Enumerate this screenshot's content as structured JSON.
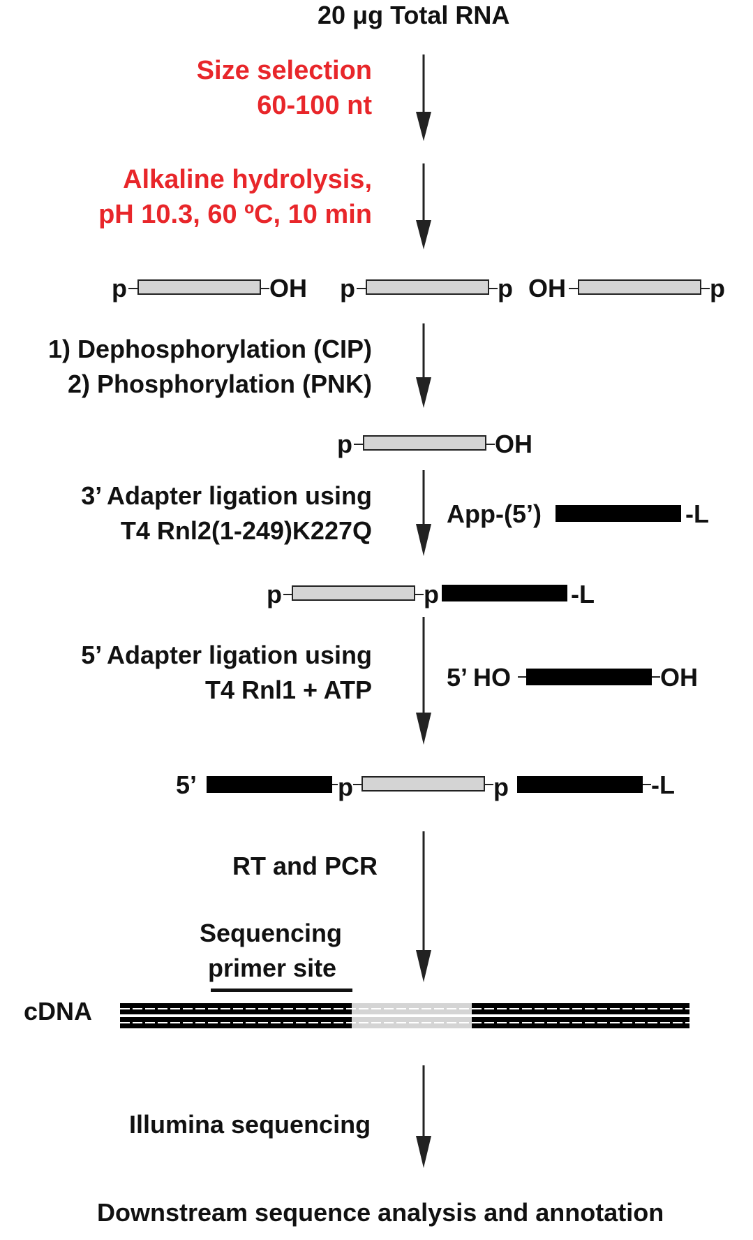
{
  "title": "20 μg Total RNA",
  "steps": {
    "size_selection": [
      "Size selection",
      "60-100 nt"
    ],
    "alkaline": [
      "Alkaline hydrolysis,",
      "pH 10.3, 60 ºC, 10 min"
    ],
    "phos": [
      "1) Dephosphorylation (CIP)",
      "2) Phosphorylation (PNK)"
    ],
    "adapter3": [
      "3’ Adapter ligation using",
      "T4 Rnl2(1-249)K227Q"
    ],
    "adapter5": [
      "5’ Adapter ligation using",
      "T4 Rnl1 + ATP"
    ],
    "rt_pcr": "RT and PCR",
    "seq_primer": [
      "Sequencing",
      "primer site"
    ],
    "illumina": "Illumina sequencing",
    "downstream": "Downstream sequence analysis and annotation"
  },
  "labels": {
    "p": "p",
    "oh": "OH",
    "app5": "App-(5’)",
    "l": "-L",
    "five_prime": "5’",
    "five_ho": "5’ HO",
    "cdna": "cDNA"
  },
  "colors": {
    "red": "#e8262a",
    "rna": "#d4d4d4",
    "adapter": "#000000"
  }
}
